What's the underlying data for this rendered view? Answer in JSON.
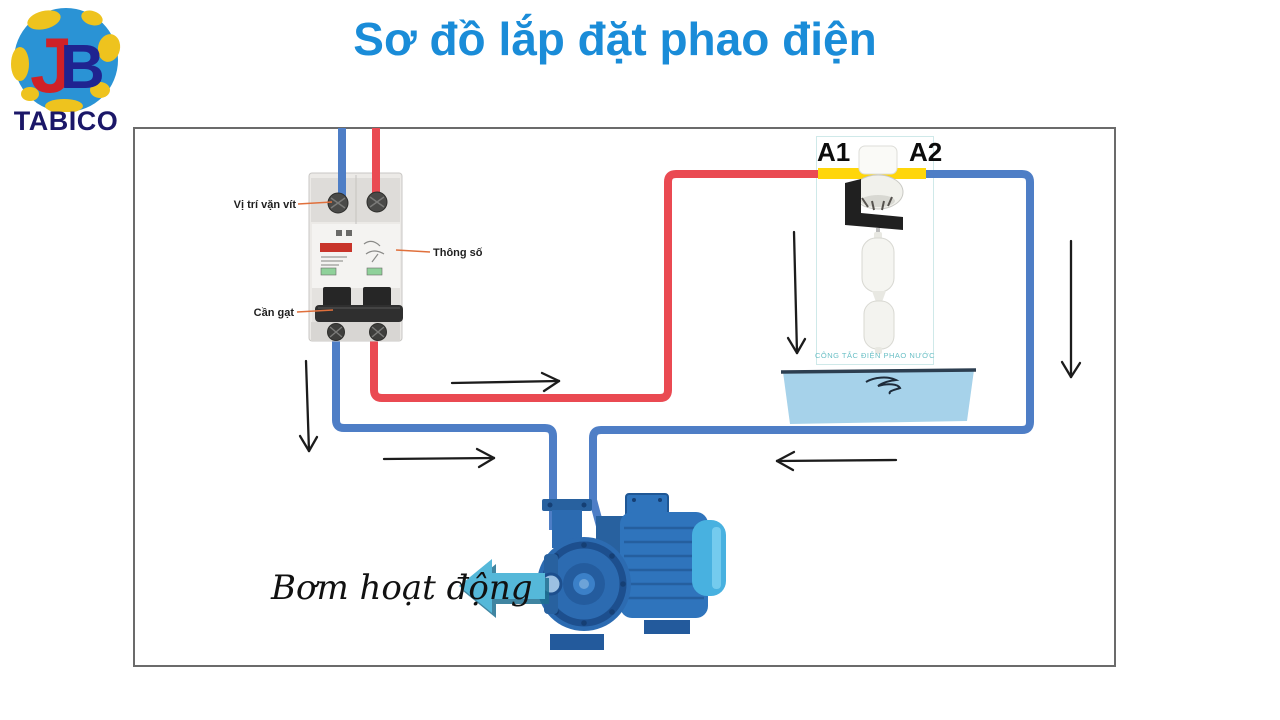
{
  "brand": {
    "monogram_left": "J",
    "monogram_right": "B",
    "name": "TABICO"
  },
  "title": "Sơ đồ lắp đặt phao điện",
  "breaker_labels": {
    "screw": "Vị trí vặn vít",
    "specs": "Thông số",
    "lever": "Cần gạt"
  },
  "float_switch": {
    "terminal_left": "A1",
    "terminal_right": "A2",
    "caption": "CÔNG TẮC ĐIỆN PHAO NƯỚC"
  },
  "pump": {
    "label": "Bơm hoạt động"
  },
  "icons": {
    "flow_arrows": "hand-drawn black arrows showing current flow direction",
    "pump_direction_arrow": "cyan left-pointing block arrow"
  },
  "colors": {
    "title": "#1a8cd8",
    "wire_red": "#ea4a52",
    "wire_blue": "#4e7ec6",
    "terminal_bar_yellow": "#ffd60a",
    "water_blue": "#a6d2ea",
    "arrow_cyan": "#55b8d9",
    "pump_blue": "#2c6bb1",
    "brand_navy": "#1b1768"
  }
}
